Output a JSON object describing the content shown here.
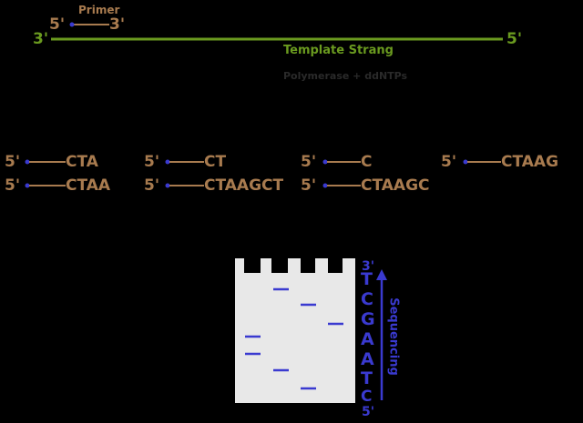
{
  "colors": {
    "primer": "#a87b4f",
    "template": "#6a9a1f",
    "gel_text": "#3a3ad0",
    "gel_fill": "#e8e8e8",
    "background": "#000000"
  },
  "primer": {
    "title": "Primer",
    "five_prime": "5'",
    "three_prime": "3'"
  },
  "template": {
    "three_prime": "3'",
    "five_prime": "5'",
    "label": "Template Strang"
  },
  "polymerase_label": "Polymerase + ddNTPs",
  "fragments": [
    {
      "prime": "5'",
      "seq": "CTA"
    },
    {
      "prime": "5'",
      "seq": "CT"
    },
    {
      "prime": "5'",
      "seq": "C"
    },
    {
      "prime": "5'",
      "seq": "CTAAG"
    },
    {
      "prime": "5'",
      "seq": "CTAA"
    },
    {
      "prime": "5'",
      "seq": "CTAAGCT"
    },
    {
      "prime": "5'",
      "seq": "CTAAGC"
    }
  ],
  "gel": {
    "read_top": "3'",
    "read_bottom": "5'",
    "bases": [
      "T",
      "C",
      "G",
      "A",
      "A",
      "T",
      "C"
    ],
    "read_direction_label": "Sequencing"
  }
}
